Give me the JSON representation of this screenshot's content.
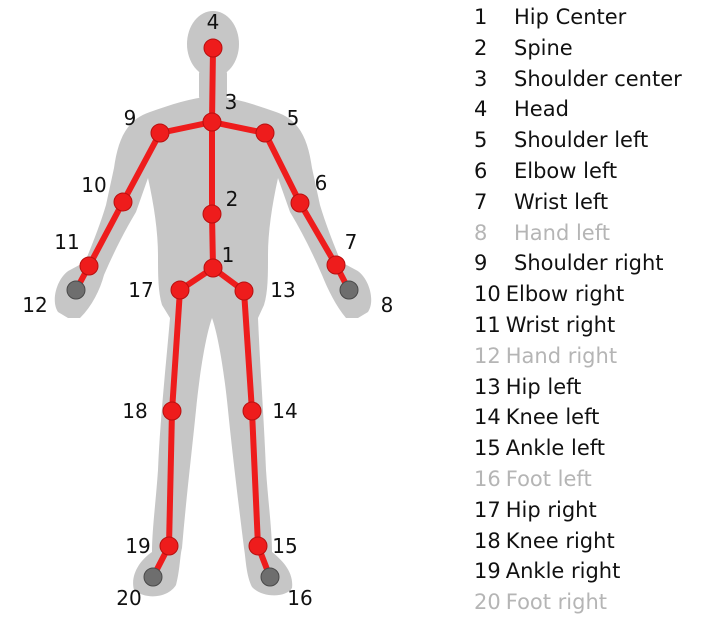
{
  "colors": {
    "bone": "#ee1c1c",
    "joint_active": "#ee1c1c",
    "joint_inactive": "#6e6e6e",
    "body_silhouette": "#c6c6c6",
    "legend_text": "#111111",
    "legend_muted": "#b5b5b5"
  },
  "joints": [
    {
      "id": 1,
      "name": "Hip Center",
      "label": "1",
      "tracked": true
    },
    {
      "id": 2,
      "name": "Spine",
      "label": "2",
      "tracked": true
    },
    {
      "id": 3,
      "name": "Shoulder center",
      "label": "3",
      "tracked": true
    },
    {
      "id": 4,
      "name": "Head",
      "label": "4",
      "tracked": true
    },
    {
      "id": 5,
      "name": "Shoulder left",
      "label": "5",
      "tracked": true
    },
    {
      "id": 6,
      "name": "Elbow left",
      "label": "6",
      "tracked": true
    },
    {
      "id": 7,
      "name": "Wrist left",
      "label": "7",
      "tracked": true
    },
    {
      "id": 8,
      "name": "Hand left",
      "label": "8",
      "tracked": false
    },
    {
      "id": 9,
      "name": "Shoulder right",
      "label": "9",
      "tracked": true
    },
    {
      "id": 10,
      "name": "Elbow right",
      "label": "10",
      "tracked": true
    },
    {
      "id": 11,
      "name": "Wrist right",
      "label": "11",
      "tracked": true
    },
    {
      "id": 12,
      "name": "Hand right",
      "label": "12",
      "tracked": false
    },
    {
      "id": 13,
      "name": "Hip left",
      "label": "13",
      "tracked": true
    },
    {
      "id": 14,
      "name": "Knee left",
      "label": "14",
      "tracked": true
    },
    {
      "id": 15,
      "name": "Ankle left",
      "label": "15",
      "tracked": true
    },
    {
      "id": 16,
      "name": "Foot left",
      "label": "16",
      "tracked": false
    },
    {
      "id": 17,
      "name": "Hip right",
      "label": "17",
      "tracked": true
    },
    {
      "id": 18,
      "name": "Knee right",
      "label": "18",
      "tracked": true
    },
    {
      "id": 19,
      "name": "Ankle right",
      "label": "19",
      "tracked": true
    },
    {
      "id": 20,
      "name": "Foot right",
      "label": "20",
      "tracked": false
    }
  ],
  "bones": [
    [
      4,
      3
    ],
    [
      3,
      2
    ],
    [
      2,
      1
    ],
    [
      3,
      9
    ],
    [
      9,
      10
    ],
    [
      10,
      11
    ],
    [
      11,
      12
    ],
    [
      3,
      5
    ],
    [
      5,
      6
    ],
    [
      6,
      7
    ],
    [
      7,
      8
    ],
    [
      1,
      17
    ],
    [
      17,
      18
    ],
    [
      18,
      19
    ],
    [
      19,
      20
    ],
    [
      1,
      13
    ],
    [
      13,
      14
    ],
    [
      14,
      15
    ],
    [
      15,
      16
    ]
  ]
}
